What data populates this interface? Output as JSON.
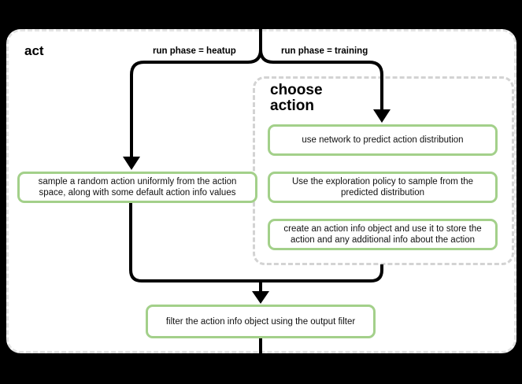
{
  "colors": {
    "background": "#000000",
    "canvas": "#ffffff",
    "node_border": "#a3d08a",
    "flow_line": "#000000",
    "outer_dashed_border": "#e3e3e3",
    "group_dashed_border": "#d3d3d3"
  },
  "diagram": {
    "title": "act",
    "branches": {
      "heatup_label": "run phase = heatup",
      "training_label": "run phase = training"
    },
    "nodes": {
      "heatup_action": "sample a random action uniformly from the action space, along with some default action info values",
      "filter_output": "filter the action info object using the output filter"
    },
    "group": {
      "title": "choose action",
      "steps": [
        "use network to predict action distribution",
        "Use the exploration policy to sample from the predicted distribution",
        "create an action info object and use it to store the action and any additional info about the action"
      ]
    }
  }
}
